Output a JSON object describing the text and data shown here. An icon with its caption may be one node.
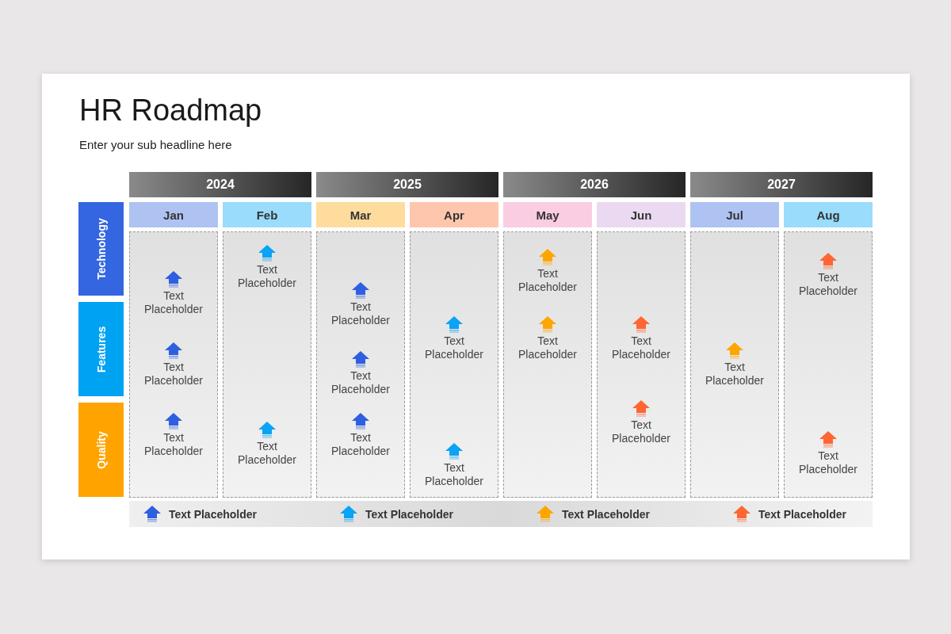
{
  "diagram": {
    "title": "HR Roadmap",
    "caption": "Enter your sub headline here",
    "nodes": [
      {
        "text": [
          "2024"
        ]
      },
      {
        "text": [
          "2025"
        ]
      },
      {
        "text": [
          "2026"
        ]
      },
      {
        "text": [
          "2027"
        ]
      },
      {
        "text": [
          "Jan"
        ]
      },
      {
        "text": [
          "Feb"
        ]
      },
      {
        "text": [
          "Mar"
        ]
      },
      {
        "text": [
          "Apr"
        ]
      },
      {
        "text": [
          "May"
        ]
      },
      {
        "text": [
          "Jun"
        ]
      },
      {
        "text": [
          "Jul"
        ]
      },
      {
        "text": [
          "Aug"
        ]
      },
      {
        "text": [
          "Technology"
        ]
      },
      {
        "text": [
          "Features"
        ]
      },
      {
        "text": [
          "Quality"
        ]
      },
      {
        "text": [],
        "shape": "box"
      },
      {
        "text": [],
        "shape": "box"
      },
      {
        "text": [],
        "shape": "box"
      },
      {
        "text": [],
        "shape": "box"
      },
      {
        "text": [],
        "shape": "box"
      },
      {
        "text": [],
        "shape": "box"
      },
      {
        "text": [],
        "shape": "box"
      },
      {
        "text": [],
        "shape": "box"
      },
      {
        "text": [
          "Text Placeholder"
        ],
        "in": 15
      },
      {
        "text": [
          "Text Placeholder"
        ],
        "in": 15
      },
      {
        "text": [
          "Text Placeholder"
        ],
        "in": 15
      },
      {
        "text": [
          "Text Placeholder"
        ],
        "in": 16
      },
      {
        "text": [
          "Text Placeholder"
        ],
        "in": 16
      },
      {
        "text": [
          "Text Placeholder"
        ],
        "in": 17
      },
      {
        "text": [
          "Text Placeholder"
        ],
        "in": 17
      },
      {
        "text": [
          "Text Placeholder"
        ],
        "in": 17
      },
      {
        "text": [
          "Text Placeholder"
        ],
        "in": 18
      },
      {
        "text": [
          "Text Placeholder"
        ],
        "in": 18
      },
      {
        "text": [
          "Text Placeholder"
        ],
        "in": 19
      },
      {
        "text": [
          "Text Placeholder"
        ],
        "in": 19
      },
      {
        "text": [
          "Text Placeholder"
        ],
        "in": 20
      },
      {
        "text": [
          "Text Placeholder"
        ],
        "in": 20
      },
      {
        "text": [
          "Text Placeholder"
        ],
        "in": 21
      },
      {
        "text": [
          "Text Placeholder"
        ],
        "in": 22
      },
      {
        "text": [
          "Text Placeholder"
        ],
        "in": 22
      }
    ],
    "legend": [
      {
        "text": "Text Placeholder",
        "color": "#2f5fe0"
      },
      {
        "text": "Text Placeholder",
        "color": "#0aa3f5"
      },
      {
        "text": "Text Placeholder",
        "color": "#ffa500"
      },
      {
        "text": "Text Placeholder",
        "color": "#ff6633"
      }
    ]
  }
}
